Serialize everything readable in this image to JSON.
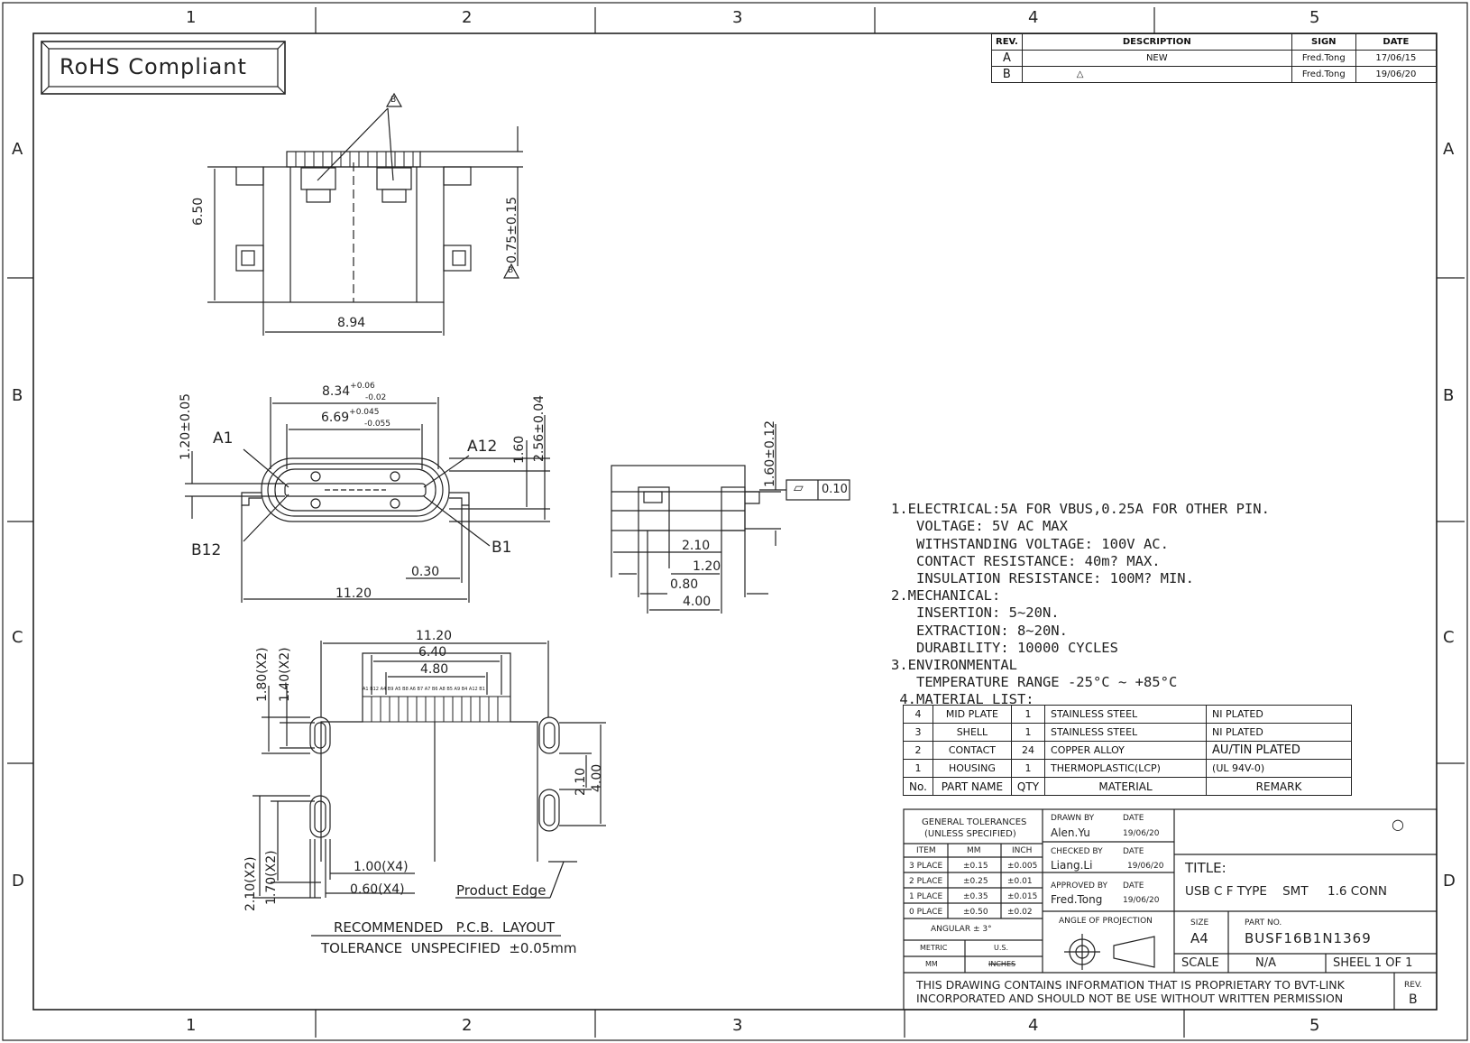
{
  "frame": {
    "zones_top": [
      "1",
      "2",
      "3",
      "4",
      "5"
    ],
    "zones_side": [
      "A",
      "B",
      "C",
      "D"
    ]
  },
  "rohs": "RoHS Compliant",
  "revision_table": {
    "headers": [
      "REV.",
      "DESCRIPTION",
      "SIGN",
      "DATE"
    ],
    "rows": [
      [
        "A",
        "NEW",
        "Fred.Tong",
        "17/06/15"
      ],
      [
        "B",
        "",
        "Fred.Tong",
        "19/06/20"
      ]
    ]
  },
  "top_view": {
    "height": "6.50",
    "width": "8.94",
    "offset": "0.75±0.15",
    "rev_tag": "B"
  },
  "front_view": {
    "outer_width": "8.34",
    "outer_tol_plus": "+0.06",
    "outer_tol_minus": "-0.02",
    "inner_width": "6.69",
    "inner_tol_plus": "+0.045",
    "inner_tol_minus": "-0.055",
    "left_height": "1.20±0.05",
    "mid_height": "1.60",
    "right_height": "2.56±0.04",
    "pin_a1": "A1",
    "pin_a12": "A12",
    "pin_b12": "B12",
    "pin_b1": "B1",
    "tail": "0.30",
    "overall": "11.20"
  },
  "side_view": {
    "height": "1.60±0.12",
    "flatness_symbol": "▱",
    "flatness": "0.10",
    "d1": "2.10",
    "d2": "1.20",
    "d3": "0.80",
    "d4": "4.00"
  },
  "pcb_layout": {
    "overall": "11.20",
    "d640": "6.40",
    "d480": "4.80",
    "pin_labels": "A1 B12 A4 B9 A5 B8 A6 B7 A7 B6 A8 B5 A9 B4 A12 B1",
    "left_top_1": "1.80(X2)",
    "left_top_2": "1.40(X2)",
    "right_mid_1": "2.10",
    "right_mid_2": "4.00",
    "left_bot_1": "2.10(X2)",
    "left_bot_2": "1.70(X2)",
    "slot_1": "1.00(X4)",
    "slot_2": "0.60(X4)",
    "edge": "Product Edge",
    "caption": "RECOMMENDED   P.C.B.  LAYOUT",
    "tolerance": "TOLERANCE  UNSPECIFIED  ±0.05mm"
  },
  "notes": [
    "1.ELECTRICAL:5A FOR VBUS,0.25A FOR OTHER PIN.",
    "   VOLTAGE: 5V AC MAX",
    "   WITHSTANDING VOLTAGE: 100V AC.",
    "   CONTACT RESISTANCE: 40m? MAX.",
    "   INSULATION RESISTANCE: 100M? MIN.",
    "2.MECHANICAL:",
    "   INSERTION: 5~20N.",
    "   EXTRACTION: 8~20N.",
    "   DURABILITY: 10000 CYCLES",
    "3.ENVIRONMENTAL",
    "   TEMPERATURE RANGE -25°C ~ +85°C",
    " 4.MATERIAL LIST:"
  ],
  "material_table": {
    "rows": [
      [
        "4",
        "MID PLATE",
        "1",
        "STAINLESS STEEL",
        "NI PLATED"
      ],
      [
        "3",
        "SHELL",
        "1",
        "STAINLESS STEEL",
        "NI PLATED"
      ],
      [
        "2",
        "CONTACT",
        "24",
        "COPPER ALLOY",
        "AU/TIN PLATED"
      ],
      [
        "1",
        "HOUSING",
        "1",
        "THERMOPLASTIC(LCP)",
        "(UL 94V-0)"
      ]
    ],
    "header": [
      "No.",
      "PART NAME",
      "QTY",
      "MATERIAL",
      "REMARK"
    ]
  },
  "title_block": {
    "tolerances_title": "GENERAL TOLERANCES",
    "tolerances_sub": "(UNLESS SPECIFIED)",
    "tol_headers": [
      "ITEM",
      "MM",
      "INCH"
    ],
    "tol_rows": [
      [
        "3 PLACE",
        "±0.15",
        "±0.005"
      ],
      [
        "2 PLACE",
        "±0.25",
        "±0.01"
      ],
      [
        "1 PLACE",
        "±0.35",
        "±0.015"
      ],
      [
        "0 PLACE",
        "±0.50",
        "±0.02"
      ]
    ],
    "angular": "ANGULAR ± 3°",
    "metric": "METRIC",
    "us": "U.S.",
    "mm": "MM",
    "inches": "INCHES",
    "drawn_by_label": "DRAWN BY",
    "drawn_by": "Alen.Yu",
    "drawn_date": "19/06/20",
    "checked_by_label": "CHECKED BY",
    "checked_by": "Liang.Li",
    "checked_date": "19/06/20",
    "approved_by_label": "APPROVED BY",
    "approved_by": "Fred.Tong",
    "approved_date": "19/06/20",
    "date_label": "DATE",
    "projection": "ANGLE OF PROJECTION",
    "title_label": "TITLE:",
    "title_value": "USB C F TYPE    SMT     1.6 CONN",
    "size_label": "SIZE",
    "size": "A4",
    "part_label": "PART NO.",
    "part_no": "BUSF16B1N1369",
    "scale_label": "SCALE",
    "scale": "N/A",
    "sheet": "SHEEL 1 OF 1",
    "disclaimer_1": "THIS DRAWING CONTAINS INFORMATION THAT IS PROPRIETARY TO BVT-LINK",
    "disclaimer_2": "INCORPORATED AND SHOULD NOT BE USE WITHOUT WRITTEN PERMISSION",
    "rev_label": "REV.",
    "rev": "B",
    "circle": "○"
  }
}
